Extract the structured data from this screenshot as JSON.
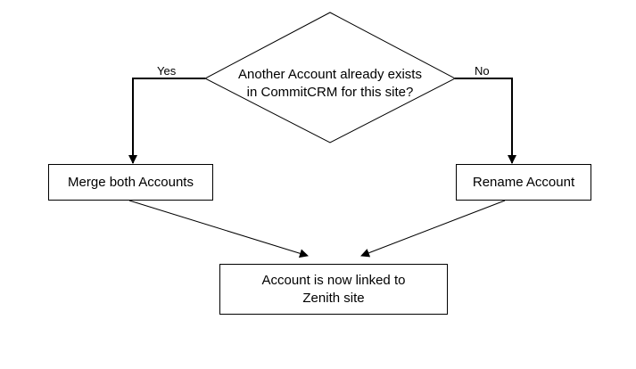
{
  "decision": {
    "line1": "Another Account already exists",
    "line2": "in CommitCRM for this site?"
  },
  "branches": {
    "yes_label": "Yes",
    "no_label": "No"
  },
  "nodes": {
    "merge": "Merge both Accounts",
    "rename": "Rename Account",
    "result_line1": "Account is now linked to",
    "result_line2": "Zenith site"
  }
}
